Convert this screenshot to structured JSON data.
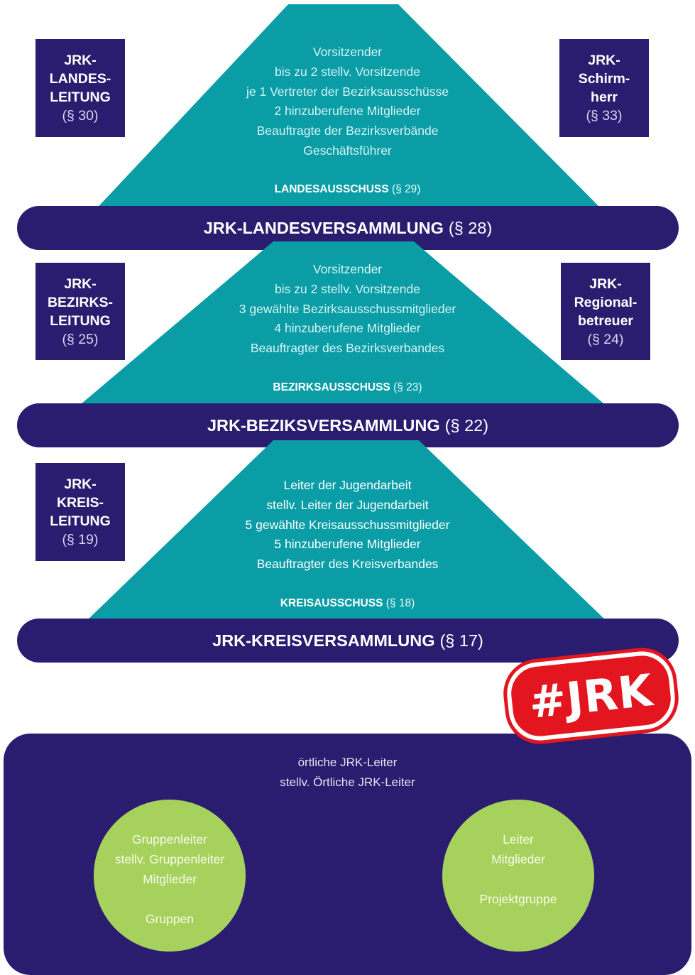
{
  "landes": {
    "committee_lines": [
      "Vorsitzender",
      "bis zu 2 stellv. Vorsitzende",
      "je 1 Vertreter der Bezirksausschüsse",
      "2 hinzuberufene Mitglieder",
      "Beauftragte der Bezirksverbände",
      "Geschäftsführer"
    ],
    "committee_name": "LANDESAUSSCHUSS",
    "committee_par": "(§ 29)",
    "assembly_name": "JRK-LANDESVERSAMMLUNG",
    "assembly_par": "(§ 28)",
    "left_box": {
      "lines": [
        "JRK-",
        "LANDES-",
        "LEITUNG"
      ],
      "par": "(§ 30)"
    },
    "right_box": {
      "lines": [
        "JRK-",
        "Schirm-",
        "herr"
      ],
      "par": "(§ 33)"
    }
  },
  "bezirk": {
    "committee_lines": [
      "Vorsitzender",
      "bis zu 2 stellv. Vorsitzende",
      "3 gewählte Bezirksausschussmitglieder",
      "4 hinzuberufene Mitglieder",
      "Beauftragter des Bezirksverbandes"
    ],
    "committee_name": "BEZIRKSAUSSCHUSS",
    "committee_par": "(§ 23)",
    "assembly_name": "JRK-BEZIKSVERSAMMLUNG",
    "assembly_par": "(§ 22)",
    "left_box": {
      "lines": [
        "JRK-",
        "BEZIRKS-",
        "LEITUNG"
      ],
      "par": "(§ 25)"
    },
    "right_box": {
      "lines": [
        "JRK-",
        "Regional-",
        "betreuer"
      ],
      "par": "(§ 24)"
    }
  },
  "kreis": {
    "committee_lines": [
      "Leiter der Jugendarbeit",
      "stellv. Leiter der Jugendarbeit",
      "5 gewählte Kreisausschussmitglieder",
      "5 hinzuberufene Mitglieder",
      "Beauftragter des Kreisverbandes"
    ],
    "committee_name": "KREISAUSSCHUSS",
    "committee_par": "(§ 18)",
    "assembly_name": "JRK-KREISVERSAMMLUNG",
    "assembly_par": "(§ 17)",
    "left_box": {
      "lines": [
        "JRK-",
        "KREIS-",
        "LEITUNG"
      ],
      "par": "(§ 19)"
    }
  },
  "badge": "#JRK",
  "local": {
    "lines": [
      "örtliche JRK-Leiter",
      "stellv. Örtliche JRK-Leiter"
    ],
    "left_circle": [
      "Gruppenleiter",
      "stellv. Gruppenleiter",
      "Mitglieder",
      "",
      "Gruppen"
    ],
    "right_circle": [
      "Leiter",
      "Mitglieder",
      "",
      "Projektgruppe"
    ]
  },
  "colors": {
    "navy": "#2a1c6e",
    "teal": "#0a9da6",
    "green": "#a6d15c",
    "red": "#e3161f"
  }
}
